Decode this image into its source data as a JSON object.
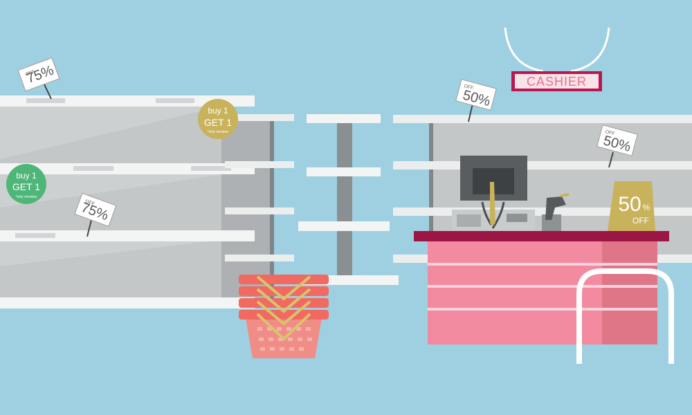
{
  "scene": {
    "background_color": "#9fd0e1",
    "accent_color": "#e8718a",
    "counter_color": "#f28ba0",
    "gold_color": "#c9b25c",
    "green_badge_color": "#4fb67a"
  },
  "price_tags": [
    {
      "off": "OFF",
      "pct": "75%"
    },
    {
      "off": "OFF",
      "pct": "75%"
    },
    {
      "off": "OFF",
      "pct": "50%"
    },
    {
      "off": "OFF",
      "pct": "50%"
    }
  ],
  "promo_badges": [
    {
      "buy": "buy 1",
      "get": "GET 1",
      "note": "*only member"
    },
    {
      "buy": "buy 1",
      "get": "GET 1",
      "note": "*only member"
    }
  ],
  "cashier_sign": {
    "label": "CASHIER"
  },
  "counter_promo": {
    "pct": "50",
    "pct_symbol": "%",
    "off": "OFF"
  }
}
